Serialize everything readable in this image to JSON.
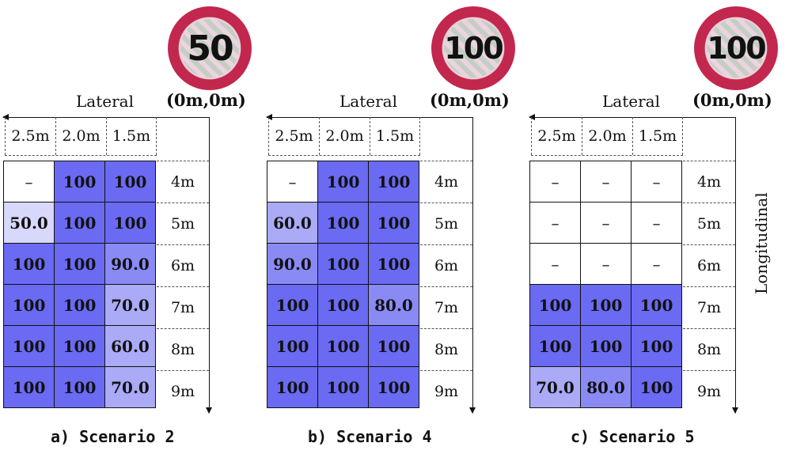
{
  "colors": {
    "full": "#6a6af2",
    "high": "#8a8af5",
    "mid": "#aaaaf7",
    "low": "#d8d8fb",
    "none": "#ffffff"
  },
  "axis": {
    "lateral": "Lateral",
    "origin": "(0m,0m)",
    "longitudinal": "Longitudinal",
    "columns": [
      "2.5m",
      "2.0m",
      "1.5m"
    ],
    "rows": [
      "4m",
      "5m",
      "6m",
      "7m",
      "8m",
      "9m"
    ]
  },
  "panels": [
    {
      "sign": "50",
      "caption": "a) Scenario 2",
      "cells": [
        [
          "–",
          "100",
          "100"
        ],
        [
          "50.0",
          "100",
          "100"
        ],
        [
          "100",
          "100",
          "90.0"
        ],
        [
          "100",
          "100",
          "70.0"
        ],
        [
          "100",
          "100",
          "60.0"
        ],
        [
          "100",
          "100",
          "70.0"
        ]
      ]
    },
    {
      "sign": "100",
      "caption": "b) Scenario 4",
      "cells": [
        [
          "–",
          "100",
          "100"
        ],
        [
          "60.0",
          "100",
          "100"
        ],
        [
          "90.0",
          "100",
          "100"
        ],
        [
          "100",
          "100",
          "80.0"
        ],
        [
          "100",
          "100",
          "100"
        ],
        [
          "100",
          "100",
          "100"
        ]
      ]
    },
    {
      "sign": "100",
      "caption": "c) Scenario 5",
      "cells": [
        [
          "–",
          "–",
          "–"
        ],
        [
          "–",
          "–",
          "–"
        ],
        [
          "–",
          "–",
          "–"
        ],
        [
          "100",
          "100",
          "100"
        ],
        [
          "100",
          "100",
          "100"
        ],
        [
          "70.0",
          "80.0",
          "100"
        ]
      ]
    }
  ]
}
